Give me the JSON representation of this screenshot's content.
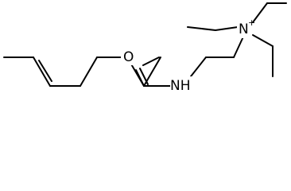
{
  "molecule": {
    "atoms": {
      "oxygen": "O",
      "amide_nitrogen": "NH",
      "ammonium_nitrogen": "N",
      "charge": "+"
    }
  }
}
